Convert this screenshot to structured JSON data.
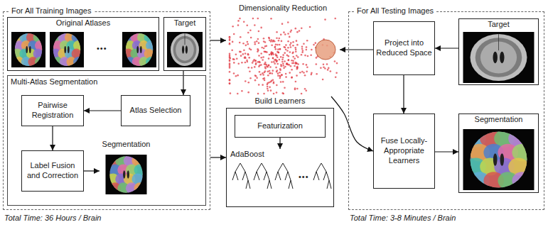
{
  "diagram": {
    "nodes": [
      {
        "text": [
          "For All Training Images"
        ]
      },
      {
        "text": [
          "Original Atlases",
          "•••"
        ],
        "in": 0
      },
      {
        "text": [
          "Target"
        ],
        "in": 0
      },
      {
        "text": [
          "Multi-Atlas Segmentation"
        ],
        "in": 0
      },
      {
        "text": [
          "Pairwise Registration"
        ],
        "in": 3
      },
      {
        "text": [
          "Atlas Selection"
        ],
        "in": 3
      },
      {
        "text": [
          "Label Fusion and Correction"
        ],
        "in": 3
      },
      {
        "text": [
          "Segmentation"
        ],
        "in": 3
      },
      {
        "text": [
          "Dimensionality Reduction"
        ]
      },
      {
        "text": [
          "Build Learners"
        ]
      },
      {
        "text": [
          "Featurization"
        ],
        "in": 9
      },
      {
        "text": [
          "AdaBoost",
          "•••"
        ],
        "in": 9
      },
      {
        "text": [
          "For All Testing Images"
        ]
      },
      {
        "text": [
          "Project into Reduced Space"
        ],
        "in": 12
      },
      {
        "text": [
          "Target"
        ],
        "in": 12
      },
      {
        "text": [
          "Fuse Locally-Appropriate Learners"
        ],
        "in": 12
      },
      {
        "text": [
          "Segmentation"
        ],
        "in": 12
      }
    ],
    "edges": [
      {
        "from": 2,
        "to": 5,
        "arrow": "to"
      },
      {
        "from": 5,
        "to": 4,
        "arrow": "to"
      },
      {
        "from": 4,
        "to": 6,
        "arrow": "to"
      },
      {
        "from": 6,
        "to": 7,
        "arrow": "to"
      },
      {
        "from": 0,
        "to": 8,
        "arrow": "to"
      },
      {
        "from": 0,
        "to": 9,
        "arrow": "to"
      },
      {
        "from": 10,
        "to": 11,
        "arrow": "to"
      },
      {
        "from": 14,
        "to": 13,
        "arrow": "to"
      },
      {
        "from": 13,
        "to": 8,
        "arrow": "to"
      },
      {
        "from": 13,
        "to": 15,
        "arrow": "to"
      },
      {
        "from": 8,
        "to": 15,
        "arrow": "to"
      },
      {
        "from": 15,
        "to": 16,
        "arrow": "to"
      }
    ],
    "labels": [
      "Total Time: 36 Hours / Brain",
      "Total Time: 3-8 Minutes / Brain"
    ]
  }
}
